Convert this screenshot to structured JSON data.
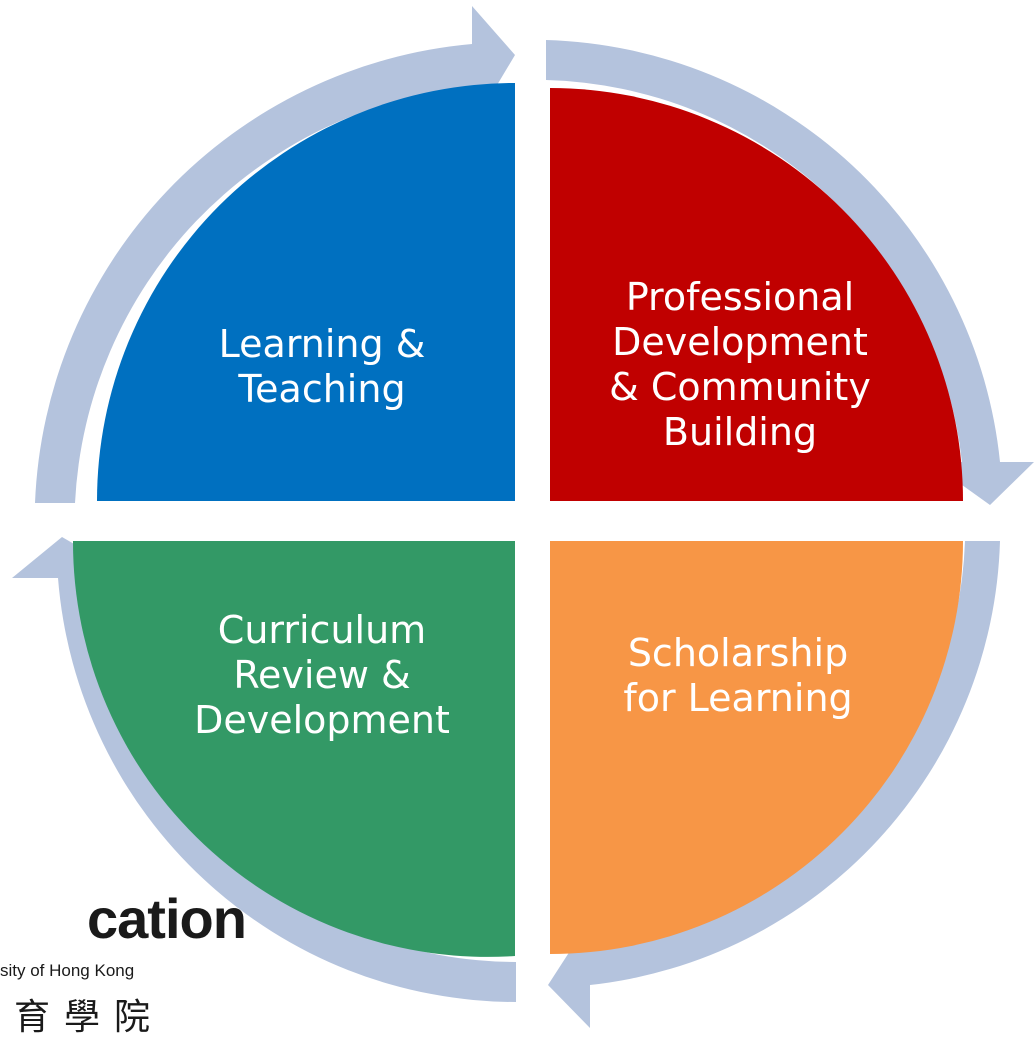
{
  "diagram": {
    "quadrants": [
      {
        "id": "learning-teaching",
        "lines": [
          "Learning &",
          "Teaching"
        ],
        "color": "#0070C0"
      },
      {
        "id": "professional-development",
        "lines": [
          "Professional",
          "Development",
          "& Community",
          "Building"
        ],
        "color": "#C00000"
      },
      {
        "id": "scholarship",
        "lines": [
          "Scholarship",
          "for Learning"
        ],
        "color": "#F79646"
      },
      {
        "id": "curriculum-review",
        "lines": [
          "Curriculum",
          "Review &",
          "Development"
        ],
        "color": "#339966"
      }
    ],
    "arrow_color": "#B4C3DD"
  },
  "logo": {
    "main": "cation",
    "sub": "sity of Hong Kong",
    "cjk": "育學院"
  }
}
